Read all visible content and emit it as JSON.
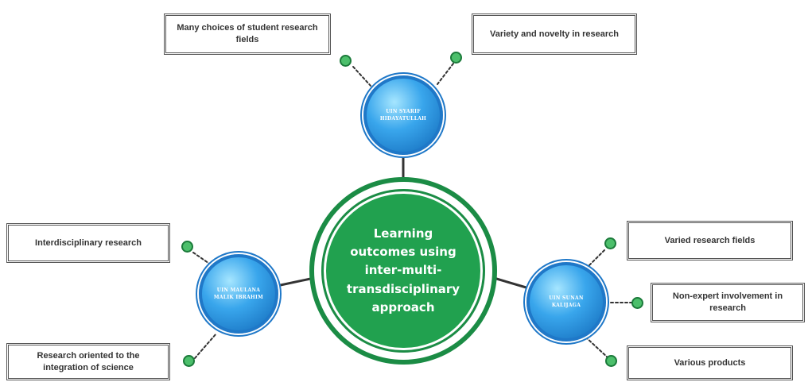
{
  "center": {
    "text": "Learning outcomes using inter-multi-transdisciplinary approach"
  },
  "nodes": {
    "top": "UIN SYARIF HIDAYATULLAH",
    "left": "UIN MAULANA MALIK IBRAHIM",
    "right": "UIN SUNAN KALIJAGA"
  },
  "boxes": {
    "top_left": "Many choices of student research fields",
    "top_right": "Variety and novelty in research",
    "left_top": "Interdisciplinary research",
    "left_bottom": "Research oriented to the integration of science",
    "right_top": "Varied research fields",
    "right_mid": "Non-expert involvement in research",
    "right_bottom": "Various products"
  },
  "colors": {
    "center_green": "#21a14f",
    "node_blue": "#39a6ec",
    "pin_green": "#4cbf6b",
    "connector": "#333333"
  }
}
